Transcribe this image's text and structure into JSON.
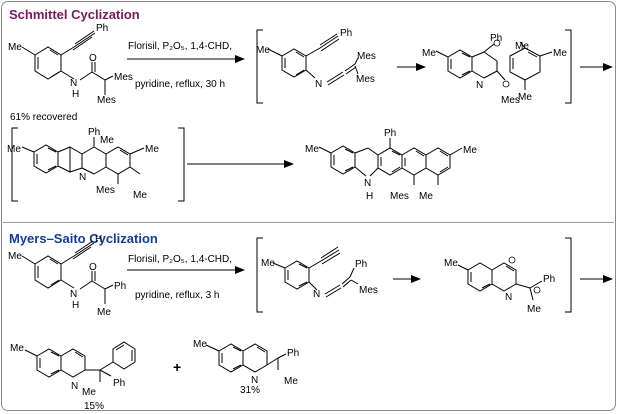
{
  "schmittel": {
    "title": "Schmittel Cyclization",
    "cond_top": "Florisil, P₂O₅, 1,4-CHD,",
    "cond_bottom": "pyridine, reflux, 30 h",
    "recovered": "61% recovered"
  },
  "myers": {
    "title": "Myers–Saito Cyclization",
    "cond_top": "Florisil, P₂O₅, 1,4-CHD,",
    "cond_bottom": "pyridine, reflux, 3 h",
    "yield_1": "15%",
    "yield_2": "31%",
    "plus": "+"
  },
  "labels": {
    "me": "Me",
    "mes": "Mes",
    "ph": "Ph",
    "n": "N",
    "h": "H",
    "o": "O",
    "nh": "N"
  }
}
